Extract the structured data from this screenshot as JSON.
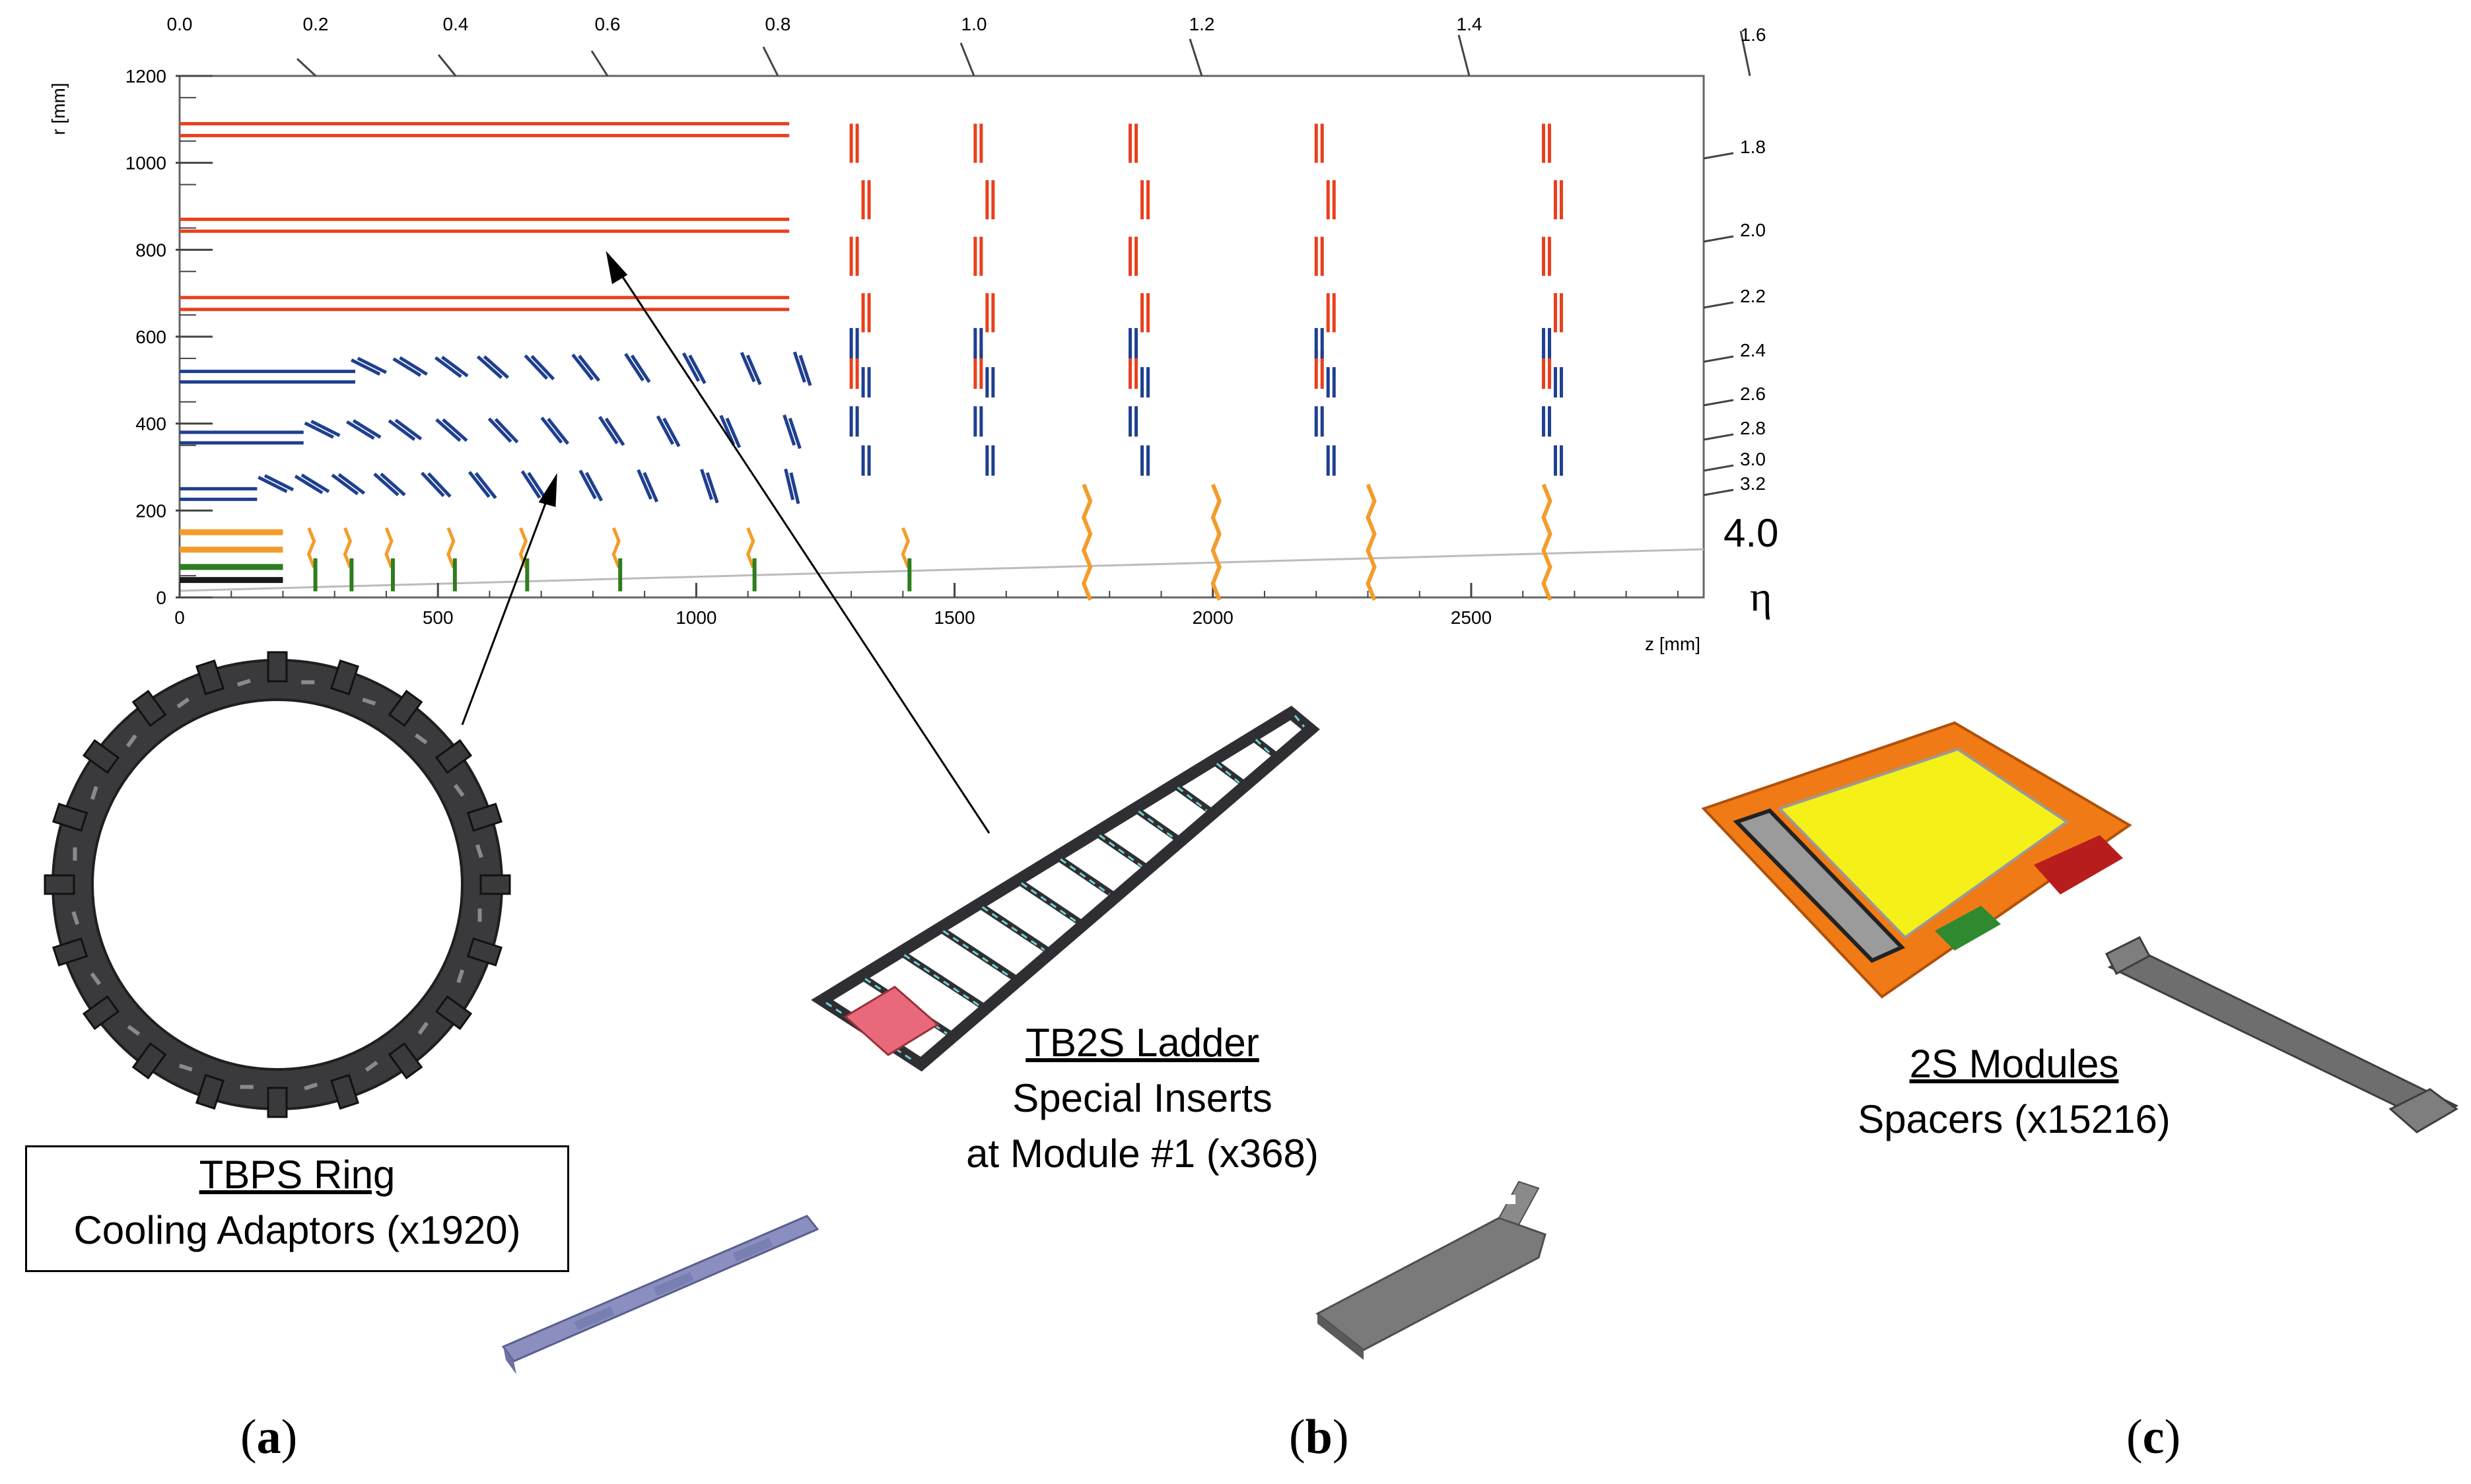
{
  "layout_plot": {
    "r_axis": {
      "label": "r [mm]",
      "ticks": [
        "0",
        "200",
        "400",
        "600",
        "800",
        "1000",
        "1200"
      ]
    },
    "z_axis": {
      "label": "z [mm]",
      "ticks": [
        "0",
        "500",
        "1000",
        "1500",
        "2000",
        "2500"
      ]
    },
    "eta_top_ticks": [
      "0.0",
      "0.2",
      "0.4",
      "0.6",
      "0.8",
      "1.0",
      "1.2",
      "1.4",
      "1.6"
    ],
    "eta_right_ticks": [
      "1.8",
      "2.0",
      "2.2",
      "2.4",
      "2.6",
      "2.8",
      "3.0",
      "3.2"
    ],
    "eta_edge_value": "4.0",
    "eta_symbol": "η",
    "colors": {
      "ss_2S": "#e8401c",
      "ps": "#1f3f8f",
      "pixel_orange": "#f39c2b",
      "pixel_green": "#2e7d1e",
      "pixel_dark": "#1a1a1a",
      "axis": "#444444"
    }
  },
  "captions": {
    "a": {
      "title": "TBPS Ring",
      "text": "Cooling Adaptors (x1920)"
    },
    "b": {
      "title": "TB2S Ladder",
      "line2": "Special Inserts",
      "line3": "at Module #1 (x368)"
    },
    "c": {
      "title": "2S Modules",
      "text": "Spacers (x15216)"
    }
  },
  "panel_labels": {
    "a": "a",
    "b": "b",
    "c": "c"
  },
  "part_colors": {
    "ring": "#3a3a3c",
    "ladder_frame": "#2f2f33",
    "ladder_accent": "#6fd0d0",
    "ladder_pink": "#e86a7a",
    "insert": "#8a8fc0",
    "spacer": "#6e6e6e",
    "module_orange": "#f07a16",
    "module_yellow": "#f5f018",
    "module_red": "#b81d1d",
    "module_green": "#2f8a2f"
  }
}
